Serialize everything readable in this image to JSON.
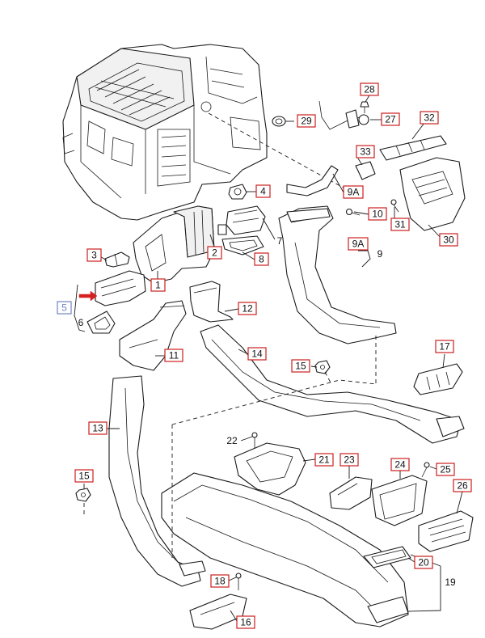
{
  "diagram": {
    "callouts": {
      "c1": "1",
      "c2": "2",
      "c3": "3",
      "c4": "4",
      "c5": "5",
      "c6": "6",
      "c7": "7",
      "c8": "8",
      "c9": "9",
      "c9a_top": "9A",
      "c9a_mid": "9A",
      "c10": "10",
      "c11": "11",
      "c12": "12",
      "c13": "13",
      "c14": "14",
      "c15_top": "15",
      "c15_bottom": "15",
      "c16": "16",
      "c17": "17",
      "c18": "18",
      "c19": "19",
      "c20": "20",
      "c21": "21",
      "c22": "22",
      "c23": "23",
      "c24": "24",
      "c25": "25",
      "c26": "26",
      "c27": "27",
      "c28": "28",
      "c29": "29",
      "c30": "30",
      "c31": "31",
      "c32": "32",
      "c33": "33"
    },
    "colors": {
      "callout_border": "#cc1f1f",
      "callout_alt": "#6e86c9",
      "arrow": "#d62020",
      "line": "#1a1a1a"
    }
  }
}
